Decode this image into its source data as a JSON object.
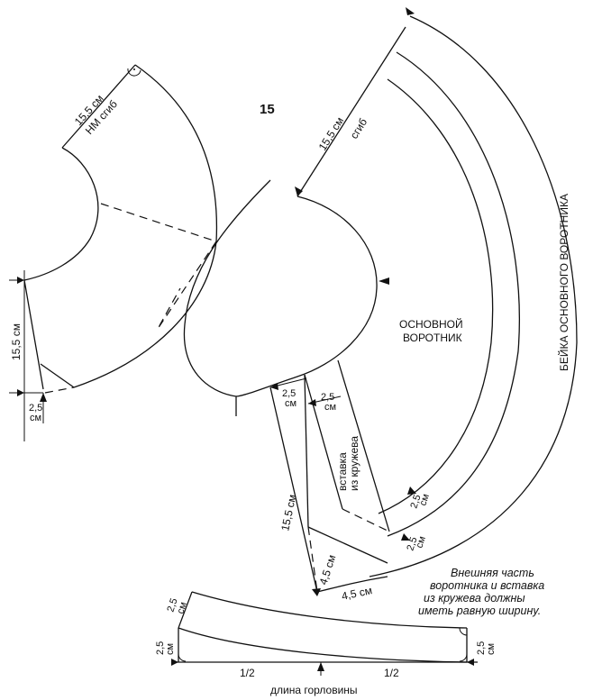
{
  "figure_number": "15",
  "labels": {
    "top_left_len": "15,5 см",
    "top_left_fold": "НМ сгиб",
    "left_len": "15,5 см",
    "left_small_num": "2,5",
    "left_small_unit": "см",
    "collar_fold_len": "15,5 см",
    "collar_fold_word": "сгиб",
    "main_collar_line1": "ОСНОВНОЙ",
    "main_collar_line2": "ВОРОТНИК",
    "binding": "БЕЙКА ОСНОВНОГО ВОРОТНИКА",
    "w1_num": "2,5",
    "w1_unit": "см",
    "w2_num": "2,5",
    "w2_unit": "см",
    "lace_line1": "вставка",
    "lace_line2": "из кружева",
    "insert_len": "15,5 см",
    "insert_45a": "4,5 см",
    "insert_45b": "4,5 см",
    "arc_25a_num": "2,5",
    "arc_25a_unit": "см",
    "arc_25b_num": "2,5",
    "arc_25b_unit": "см",
    "strip_top_num": "2,5",
    "strip_top_unit": "см",
    "strip_left_num": "2,5",
    "strip_left_unit": "см",
    "strip_right_num": "2,5",
    "strip_right_unit": "см",
    "half_left": "1/2",
    "half_right": "1/2",
    "neck_length": "длина горловины",
    "note_line1": "Внешняя часть",
    "note_line2": "воротника и вставка",
    "note_line3": "из кружева должны",
    "note_line4": "иметь равную ширину."
  }
}
